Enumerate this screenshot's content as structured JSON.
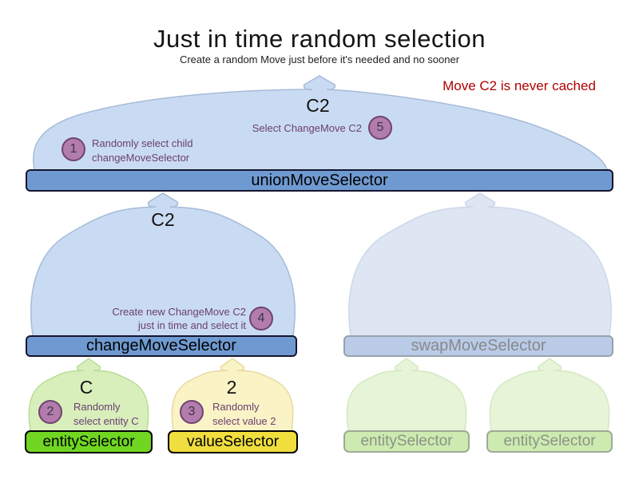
{
  "title": "Just in time random selection",
  "subtitle": "Create a random Move just before it's needed and no sooner",
  "note": "Move C2 is never cached",
  "selectors": {
    "union": {
      "label": "unionMoveSelector",
      "output": "C2"
    },
    "change": {
      "label": "changeMoveSelector",
      "output": "C2"
    },
    "swap": {
      "label": "swapMoveSelector"
    },
    "entity": {
      "label": "entitySelector",
      "output": "C"
    },
    "value": {
      "label": "valueSelector",
      "output": "2"
    },
    "entity_faded_left": {
      "label": "entitySelector"
    },
    "entity_faded_right": {
      "label": "entitySelector"
    }
  },
  "steps": [
    {
      "num": "1",
      "line1": "Randomly select child",
      "line2": "changeMoveSelector"
    },
    {
      "num": "2",
      "line1": "Randomly",
      "line2": "select entity C"
    },
    {
      "num": "3",
      "line1": "Randomly",
      "line2": "select value 2"
    },
    {
      "num": "4",
      "line1": "Create new ChangeMove C2",
      "line2": "just in time and select it"
    },
    {
      "num": "5",
      "line1": "Select ChangeMove C2"
    }
  ],
  "colors": {
    "active_bar_blue": "#6f9ad1",
    "faded_bar_blue": "#b9cbe6",
    "bell_blue": "#c9dbf2",
    "bell_blue_faded": "#dee6f3",
    "entity_bar_green": "#70d621",
    "value_bar_yellow": "#f0dd3e",
    "bell_green": "#d8efbc",
    "bell_green_faded": "#e6f4d7",
    "bell_yellow": "#faf3c6",
    "faded_bar_green": "#cdeab0",
    "step_circle_fill": "#b27cac",
    "step_circle_border": "#6f4470",
    "annotation_text": "#6b3e70",
    "note_red": "#b30000"
  }
}
